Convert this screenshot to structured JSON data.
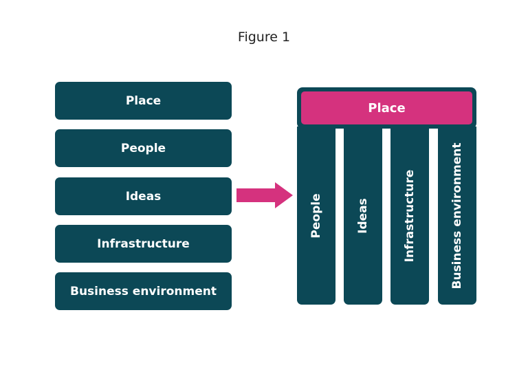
{
  "figure": {
    "title": "Figure 1"
  },
  "left_list": {
    "items": [
      {
        "label": "Place"
      },
      {
        "label": "People"
      },
      {
        "label": "Ideas"
      },
      {
        "label": "Infrastructure"
      },
      {
        "label": "Business environment"
      }
    ]
  },
  "arrow": {
    "icon": "right-arrow-icon",
    "color": "#d5327e"
  },
  "right_structure": {
    "roof": {
      "label": "Place"
    },
    "pillars": [
      {
        "label": "People"
      },
      {
        "label": "Ideas"
      },
      {
        "label": "Infrastructure"
      },
      {
        "label": "Business environment"
      }
    ]
  },
  "colors": {
    "teal": "#0c4856",
    "magenta": "#d5327e",
    "text_on_box": "#ffffff"
  }
}
